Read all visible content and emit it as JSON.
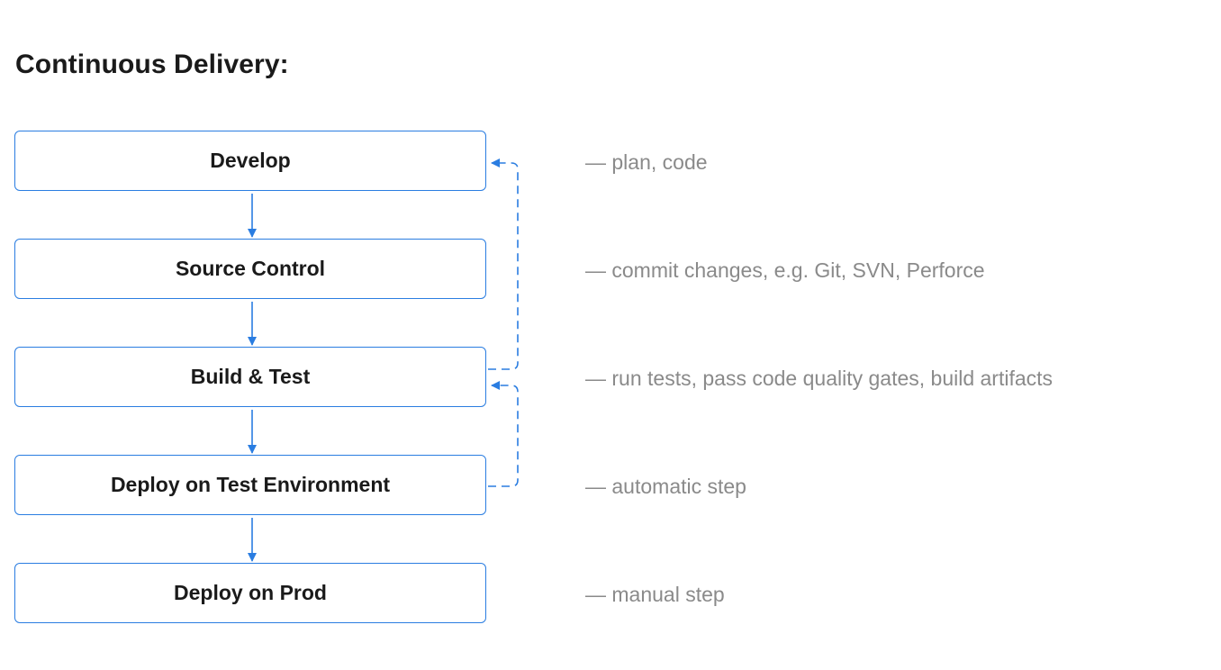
{
  "title": "Continuous Delivery:",
  "steps": [
    {
      "label": "Develop",
      "note": "— plan, code"
    },
    {
      "label": "Source Control",
      "note": "— commit changes, e.g. Git, SVN, Perforce"
    },
    {
      "label": "Build & Test",
      "note": "— run tests, pass code quality gates, build artifacts"
    },
    {
      "label": "Deploy on Test Environment",
      "note": "— automatic step"
    },
    {
      "label": "Deploy on Prod",
      "note": "— manual step"
    }
  ],
  "colors": {
    "accent": "#2a7de1",
    "text": "#1a1a1a",
    "note": "#8a8a8a"
  }
}
